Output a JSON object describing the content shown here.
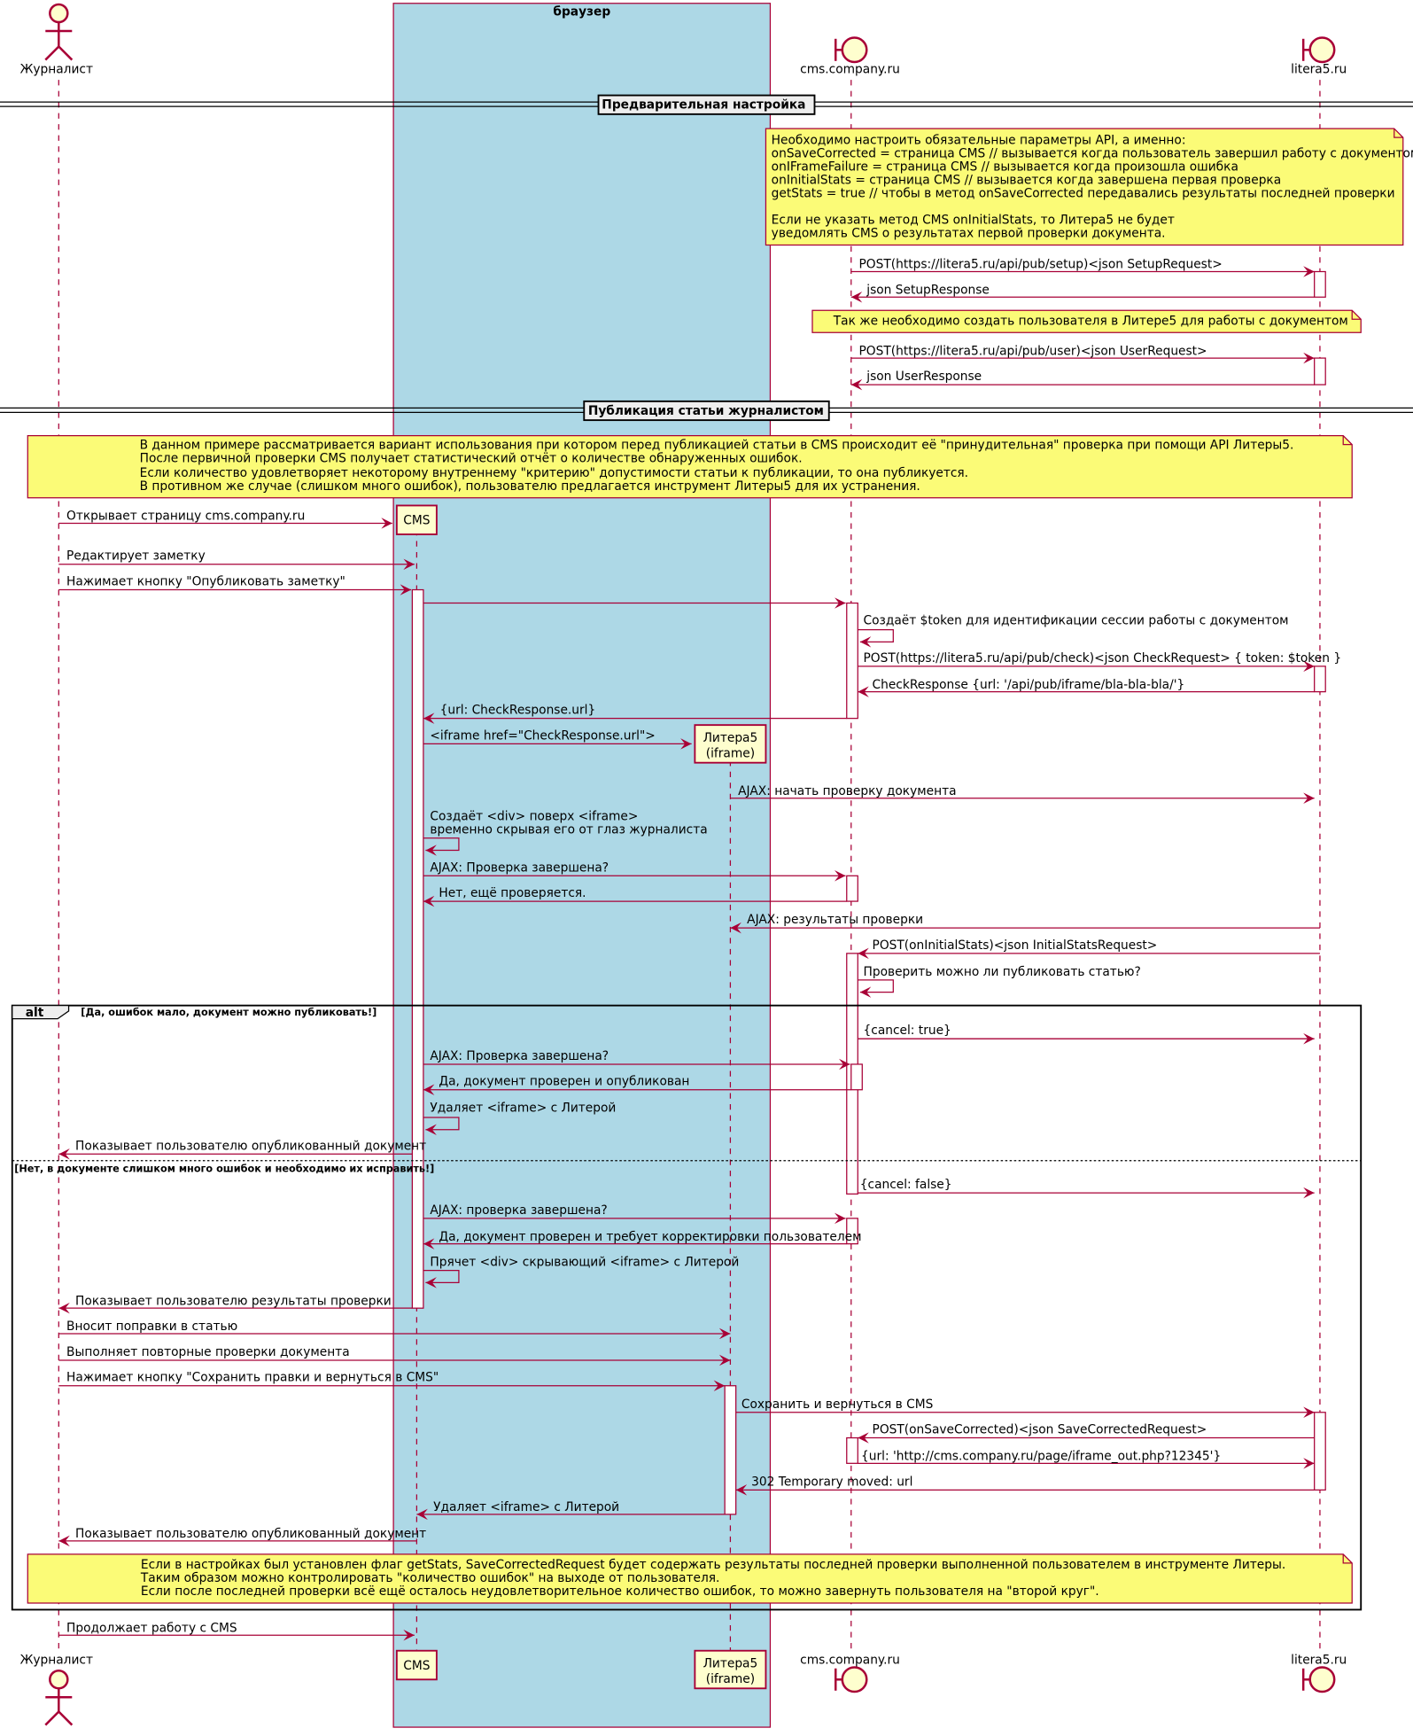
{
  "diagram": {
    "box_title": "браузер",
    "participants": {
      "journalist": "Журналист",
      "cms": "CMS",
      "litera_frame_line1": "Литера5",
      "litera_frame_line2": "(iframe)",
      "cms_company": "cms.company.ru",
      "litera5": "litera5.ru"
    },
    "dividers": {
      "setup": "Предварительная настройка",
      "publish": "Публикация статьи журналистом"
    },
    "notes": {
      "setup": [
        "Необходимо настроить обязательные параметры API, а именно:",
        "onSaveCorrected = страница CMS // вызывается когда пользователь завершил работу с документом",
        "onIFrameFailure = страница CMS // вызывается когда произошла ошибка",
        "onInitialStats = страница CMS // вызывается когда завершена первая проверка",
        "getStats = true // чтобы в метод onSaveCorrected передавались результаты последней проверки",
        "",
        "Если не указать метод CMS onInitialStats, то Литера5 не будет",
        "уведомлять CMS о результатах первой проверки документа."
      ],
      "user": "Так же необходимо создать пользователя в Литере5 для работы с документом",
      "publish": [
        "В данном примере рассматривается вариант использования при котором перед публикацией статьи в CMS происходит её \"принудительная\" проверка при помощи API Литеры5.",
        "После первичной проверки CMS получает статистический отчёт о количестве обнаруженных ошибок.",
        "Если количество удовлетворяет некоторому внутреннему \"критерию\" допустимости статьи к публикации, то она публикуется.",
        "В противном же случае (слишком много ошибок), пользователю предлагается инструмент Литеры5 для их устранения."
      ],
      "final": [
        "Если в настройках был установлен флаг getStats, SaveCorrectedRequest будет содержать результаты последней проверки выполненной пользователем в инструменте Литеры.",
        "Таким образом можно контролировать \"количество ошибок\" на выходе от пользователя.",
        "Если после последней проверки всё ещё осталось неудовлетворительное количество ошибок, то можно завернуть пользователя на \"второй круг\"."
      ]
    },
    "alt": {
      "keyword": "alt",
      "guard1": "[Да, ошибок мало, документ можно публиковать!]",
      "guard2": "[Нет, в документе слишком много ошибок и необходимо их исправить!]"
    },
    "messages": {
      "m01": "POST(https://litera5.ru/api/pub/setup)<json SetupRequest>",
      "m02": "json SetupResponse",
      "m03": "POST(https://litera5.ru/api/pub/user)<json UserRequest>",
      "m04": "json UserResponse",
      "m05": "Открывает страницу cms.company.ru",
      "m06": "Редактирует заметку",
      "m07": "Нажимает кнопку \"Опубликовать заметку\"",
      "m08": "Создаёт $token для идентификации сессии работы с документом",
      "m09": "POST(https://litera5.ru/api/pub/check)<json CheckRequest> { token: $token }",
      "m10": "CheckResponse {url: '/api/pub/iframe/bla-bla-bla/'}",
      "m11": "{url: CheckResponse.url}",
      "m12": "<iframe href=\"CheckResponse.url\">",
      "m13": "AJAX: начать проверку документа",
      "m14a": "Создаёт <div> поверх <iframe>",
      "m14b": "временно скрывая его от глаз журналиста",
      "m15": "AJAX: Проверка завершена?",
      "m16": "Нет, ещё проверяется.",
      "m17": "AJAX: результаты проверки",
      "m18": "POST(onInitialStats)<json InitialStatsRequest>",
      "m19": "Проверить можно ли публиковать статью?",
      "m20": "{cancel: true}",
      "m21": "AJAX: Проверка завершена?",
      "m22": "Да, документ проверен и опубликован",
      "m23": "Удаляет <iframe> с Литерой",
      "m24": "Показывает пользователю опубликованный документ",
      "m25": "{cancel: false}",
      "m26": "AJAX: проверка завершена?",
      "m27": "Да, документ проверен и требует корректировки пользователем",
      "m28": "Прячет <div> скрывающий <iframe> с Литерой",
      "m29": "Показывает пользователю результаты проверки",
      "m30": "Вносит поправки в статью",
      "m31": "Выполняет повторные проверки документа",
      "m32": "Нажимает кнопку \"Сохранить правки и вернуться в CMS\"",
      "m33": "Сохранить и вернуться в CMS",
      "m34": "POST(onSaveCorrected)<json SaveCorrectedRequest>",
      "m35": "{url: 'http://cms.company.ru/page/iframe_out.php?12345'}",
      "m36": "302 Temporary moved: url",
      "m37": "Удаляет <iframe> с Литерой",
      "m38": "Показывает пользователю опубликованный документ",
      "m39": "Продолжает работу с CMS"
    }
  }
}
